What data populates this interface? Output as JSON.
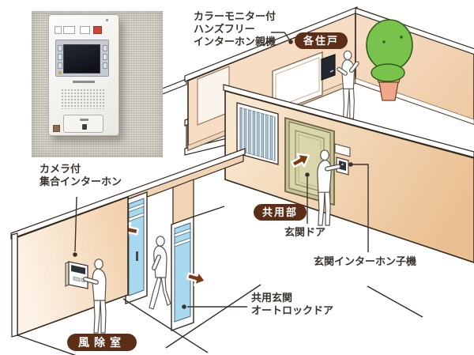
{
  "labels": {
    "monitor_unit": {
      "line1": "カラーモニター付",
      "line2": "ハンズフリー",
      "line3": "インターホン親機"
    },
    "collective_intercom": {
      "line1": "カメラ付",
      "line2": "集合インターホン"
    },
    "entrance_door": "玄関ドア",
    "entrance_intercom_sub": "玄関インターホン子機",
    "autolock_door": {
      "line1": "共用玄関",
      "line2": "オートロックドア"
    }
  },
  "badges": {
    "residence": "各住戸",
    "common_area": "共用部",
    "windbreak_room": "風除室"
  },
  "colors": {
    "badge_bg": "#5c2d17",
    "arrow": "#7c3b14",
    "wall_peach": "#f3d6b8",
    "glass_blue": "#a9d9ee",
    "door_olive": "#dbd5ac",
    "plant_green": "#79c24c",
    "pot_terracotta": "#f5b697",
    "label_text": "#3a332c",
    "outline": "#33291f"
  }
}
